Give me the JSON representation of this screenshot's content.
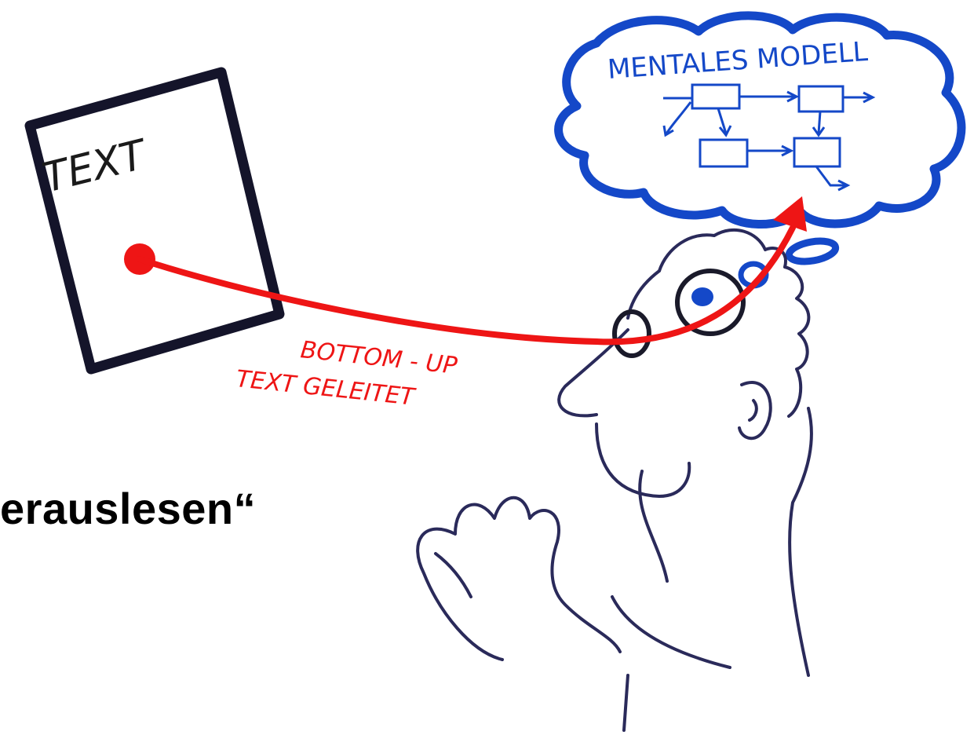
{
  "text_box": {
    "label": "TEXT"
  },
  "cloud": {
    "label": "MENTALES MODELL"
  },
  "arrow": {
    "line1": "BOTTOM - UP",
    "line2": "TEXT GELEITET"
  },
  "caption": {
    "text": "erauslesen“"
  },
  "colors": {
    "ink_black": "#1a1a2a",
    "ink_blue": "#1448c8",
    "ink_red": "#ee1515",
    "ink_figure": "#2a2a5a"
  }
}
